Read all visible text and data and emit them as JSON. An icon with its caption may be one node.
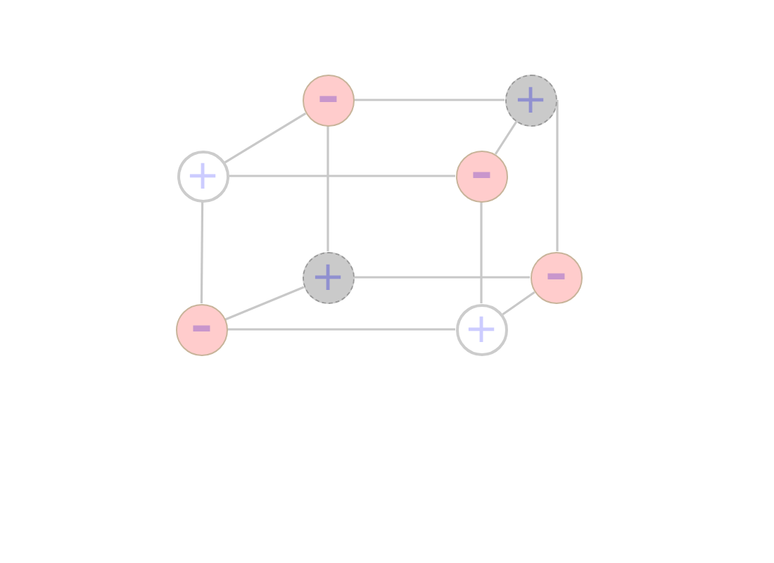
{
  "diagram": {
    "nodes": [
      {
        "text": [
          "-"
        ]
      },
      {
        "text": [
          "+"
        ]
      },
      {
        "text": [
          "+"
        ]
      },
      {
        "text": [
          "-"
        ]
      },
      {
        "text": [
          "+"
        ]
      },
      {
        "text": [
          "-"
        ]
      },
      {
        "text": [
          "-"
        ]
      },
      {
        "text": [
          "+"
        ]
      }
    ],
    "edges": [
      {
        "from": 0,
        "to": 1,
        "arrow": "none"
      },
      {
        "from": 0,
        "to": 2,
        "arrow": "none"
      },
      {
        "from": 1,
        "to": 3,
        "arrow": "none"
      },
      {
        "from": 2,
        "to": 3,
        "arrow": "none"
      },
      {
        "from": 0,
        "to": 4,
        "arrow": "none"
      },
      {
        "from": 2,
        "to": 6,
        "arrow": "none"
      },
      {
        "from": 3,
        "to": 7,
        "arrow": "none"
      },
      {
        "from": 1,
        "to": 5,
        "arrow": "none"
      },
      {
        "from": 4,
        "to": 5,
        "arrow": "none"
      },
      {
        "from": 4,
        "to": 6,
        "arrow": "none"
      },
      {
        "from": 5,
        "to": 7,
        "arrow": "none"
      },
      {
        "from": 6,
        "to": 7,
        "arrow": "none"
      }
    ]
  }
}
